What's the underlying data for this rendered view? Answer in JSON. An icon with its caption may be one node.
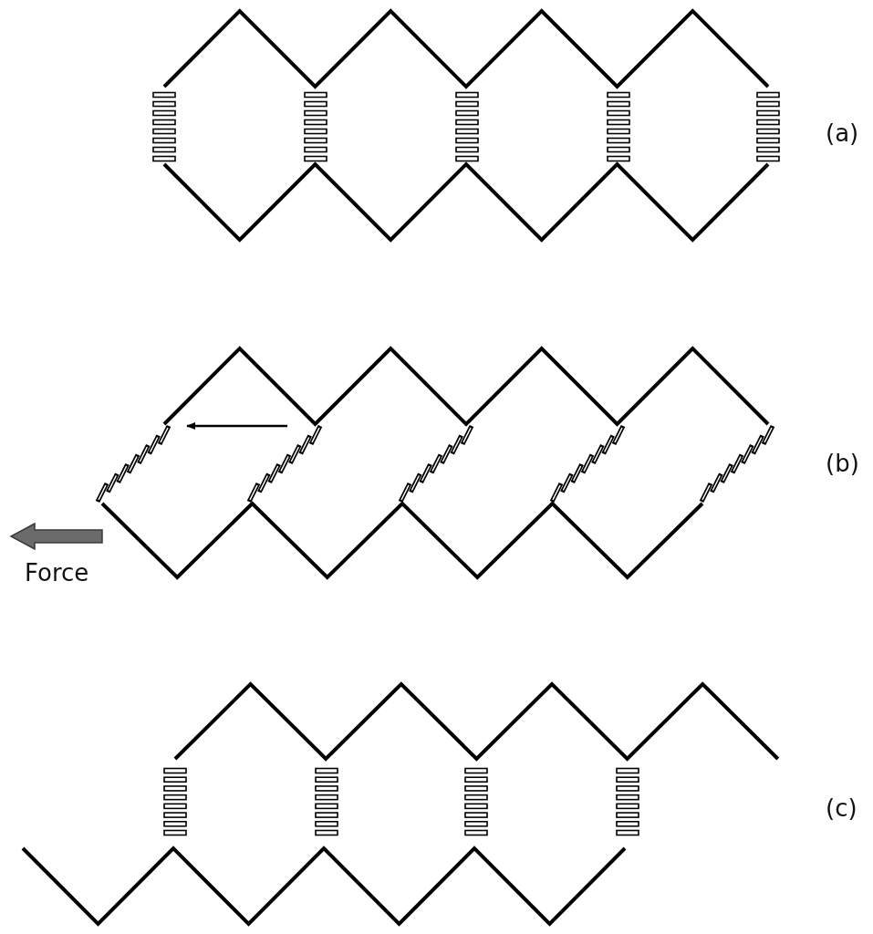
{
  "diagram": {
    "labels": [
      "(a)",
      "(b)",
      "Force",
      "(c)"
    ]
  }
}
